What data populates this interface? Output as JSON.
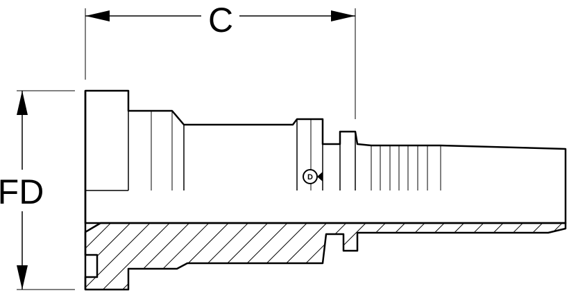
{
  "dimensions": {
    "c_label": "C",
    "fd_label": "FD"
  },
  "logo": {
    "text": "D"
  },
  "colors": {
    "line": "#000000",
    "body_fill": "#ffffff",
    "hatch": "#000000"
  },
  "icons": {
    "arrow": "arrowhead",
    "logo": "dunlop-logo-icon"
  }
}
